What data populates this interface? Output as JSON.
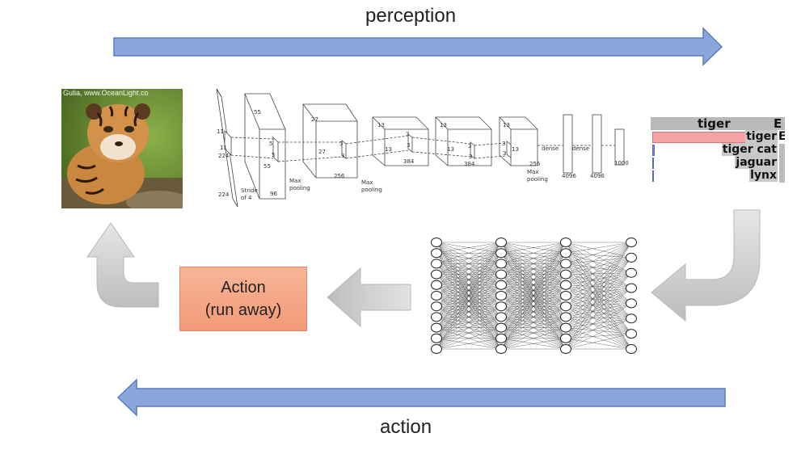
{
  "labels": {
    "perception": "perception",
    "action": "action"
  },
  "action_box": {
    "line1": "Action",
    "line2": "(run away)"
  },
  "photo": {
    "watermark": "Gulia, www.OceanLight.co"
  },
  "cnn": {
    "dims": [
      "224",
      "11",
      "11",
      "224",
      "Stride",
      "of 4",
      "55",
      "5",
      "5",
      "55",
      "96",
      "Max",
      "pooling",
      "27",
      "3",
      "3",
      "27",
      "256",
      "Max",
      "pooling",
      "13",
      "3",
      "3",
      "13",
      "384",
      "13",
      "3",
      "3",
      "13",
      "384",
      "13",
      "3",
      "3",
      "13",
      "256",
      "Max",
      "pooling",
      "dense",
      "dense",
      "4096",
      "4096",
      "1000"
    ]
  },
  "predictions": {
    "header": "tiger",
    "header_suffix": "E",
    "rows": [
      {
        "label": "tiger",
        "suffix": "E",
        "score": 0.92
      },
      {
        "label": "tiger cat",
        "score": 0.02
      },
      {
        "label": "jaguar",
        "score": 0.0
      },
      {
        "label": "lynx",
        "score": 0.0
      }
    ],
    "bar_color": "#f4a3a3"
  },
  "colors": {
    "blue_arrow": "#7f9edb",
    "blue_arrow_border": "#4f73b8",
    "gray_arrow": "#cfcfcf",
    "action_box": "#f4a584"
  },
  "network": {
    "layers": [
      11,
      11,
      11,
      8
    ]
  }
}
